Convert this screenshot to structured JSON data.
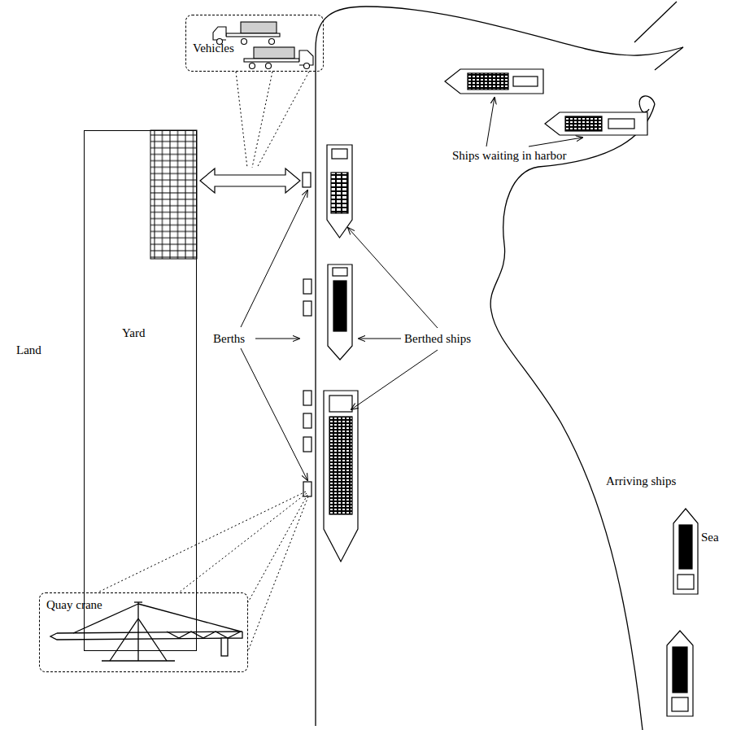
{
  "diagram": {
    "nodes": [
      {
        "text": [
          "Yard"
        ]
      },
      {
        "text": [
          "Vehicles"
        ]
      },
      {
        "text": [
          "Quay crane"
        ]
      }
    ],
    "labels": [
      "Ships waiting in harbor",
      "Arriving ships",
      "Sea",
      "Land",
      "Berths",
      "Berthed ships"
    ]
  }
}
